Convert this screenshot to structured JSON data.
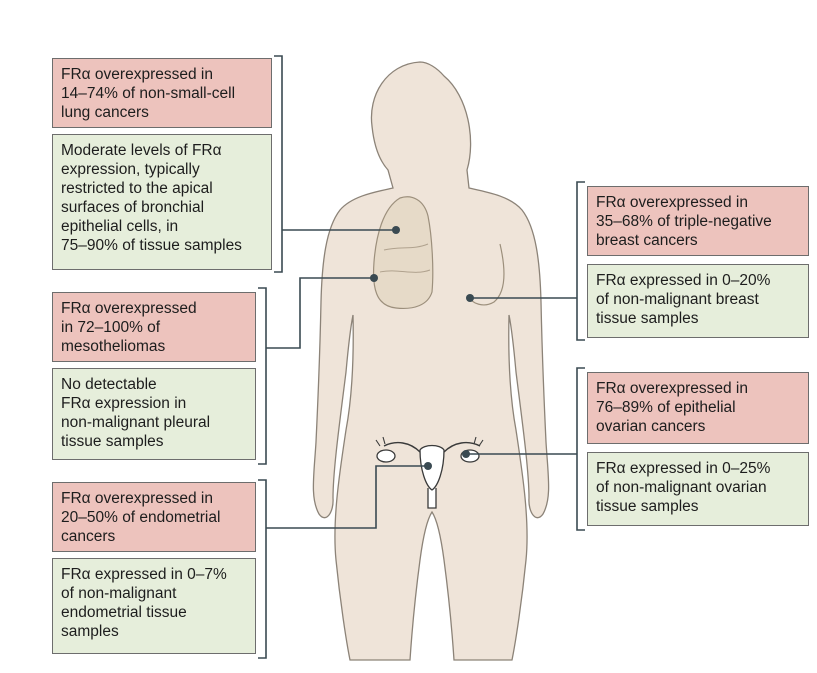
{
  "colors": {
    "overexpressed_box": "#edc3bd",
    "normal_box": "#e6eedb",
    "body_fill": "#efe4d9",
    "organ_fill": "#e6dac8",
    "connector": "#3a4a52"
  },
  "callouts": {
    "lung_cancer": "FRα overexpressed in\n14–74% of non-small-cell\nlung cancers",
    "lung_normal": "Moderate levels of FRα\nexpression, typically\nrestricted to the apical\nsurfaces of bronchial\nepithelial cells, in\n75–90% of tissue samples",
    "meso_cancer": "FRα overexpressed\nin 72–100% of\nmesotheliomas",
    "meso_normal": "No detectable\nFRα expression in\nnon-malignant pleural\ntissue samples",
    "endo_cancer": "FRα overexpressed in\n20–50% of endometrial\ncancers",
    "endo_normal": "FRα expressed in 0–7%\nof non-malignant\nendometrial tissue\nsamples",
    "breast_cancer": "FRα overexpressed in\n35–68% of triple-negative\nbreast cancers",
    "breast_normal": "FRα expressed in 0–20%\nof non-malignant breast\ntissue samples",
    "ovary_cancer": "FRα overexpressed in\n76–89% of epithelial\novarian cancers",
    "ovary_normal": "FRα expressed in 0–25%\nof non-malignant ovarian\ntissue samples"
  }
}
